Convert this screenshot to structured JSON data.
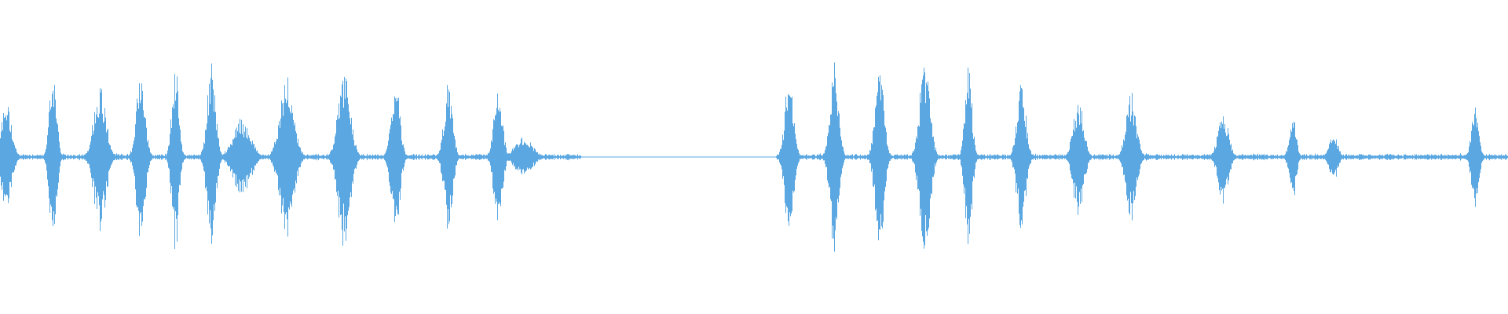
{
  "waveform": {
    "color": "#5aa7e1",
    "background": "#ffffff",
    "amplitude_range": [
      -1,
      1
    ],
    "duration_fraction_range": [
      0,
      1
    ],
    "silence_segments": [
      [
        0.385,
        0.515
      ]
    ],
    "noise_floor": 0.03,
    "bursts": [
      {
        "t": 0.004,
        "peak": 0.55,
        "width": 0.006
      },
      {
        "t": 0.035,
        "peak": 0.95,
        "width": 0.004
      },
      {
        "t": 0.066,
        "peak": 0.75,
        "width": 0.007
      },
      {
        "t": 0.093,
        "peak": 0.9,
        "width": 0.005
      },
      {
        "t": 0.116,
        "peak": 0.95,
        "width": 0.004
      },
      {
        "t": 0.14,
        "peak": 0.92,
        "width": 0.005
      },
      {
        "t": 0.16,
        "peak": 0.4,
        "width": 0.01
      },
      {
        "t": 0.19,
        "peak": 0.82,
        "width": 0.008
      },
      {
        "t": 0.228,
        "peak": 0.92,
        "width": 0.007
      },
      {
        "t": 0.262,
        "peak": 0.82,
        "width": 0.005
      },
      {
        "t": 0.297,
        "peak": 0.75,
        "width": 0.005
      },
      {
        "t": 0.33,
        "peak": 0.68,
        "width": 0.005
      },
      {
        "t": 0.347,
        "peak": 0.2,
        "width": 0.01
      },
      {
        "t": 0.523,
        "peak": 0.8,
        "width": 0.005
      },
      {
        "t": 0.553,
        "peak": 1.0,
        "width": 0.005
      },
      {
        "t": 0.583,
        "peak": 0.98,
        "width": 0.005
      },
      {
        "t": 0.613,
        "peak": 1.0,
        "width": 0.006
      },
      {
        "t": 0.642,
        "peak": 1.0,
        "width": 0.004
      },
      {
        "t": 0.677,
        "peak": 0.8,
        "width": 0.005
      },
      {
        "t": 0.715,
        "peak": 0.6,
        "width": 0.006
      },
      {
        "t": 0.75,
        "peak": 0.65,
        "width": 0.006
      },
      {
        "t": 0.811,
        "peak": 0.45,
        "width": 0.006
      },
      {
        "t": 0.857,
        "peak": 0.45,
        "width": 0.004
      },
      {
        "t": 0.884,
        "peak": 0.25,
        "width": 0.005
      },
      {
        "t": 0.978,
        "peak": 0.55,
        "width": 0.004
      }
    ]
  }
}
